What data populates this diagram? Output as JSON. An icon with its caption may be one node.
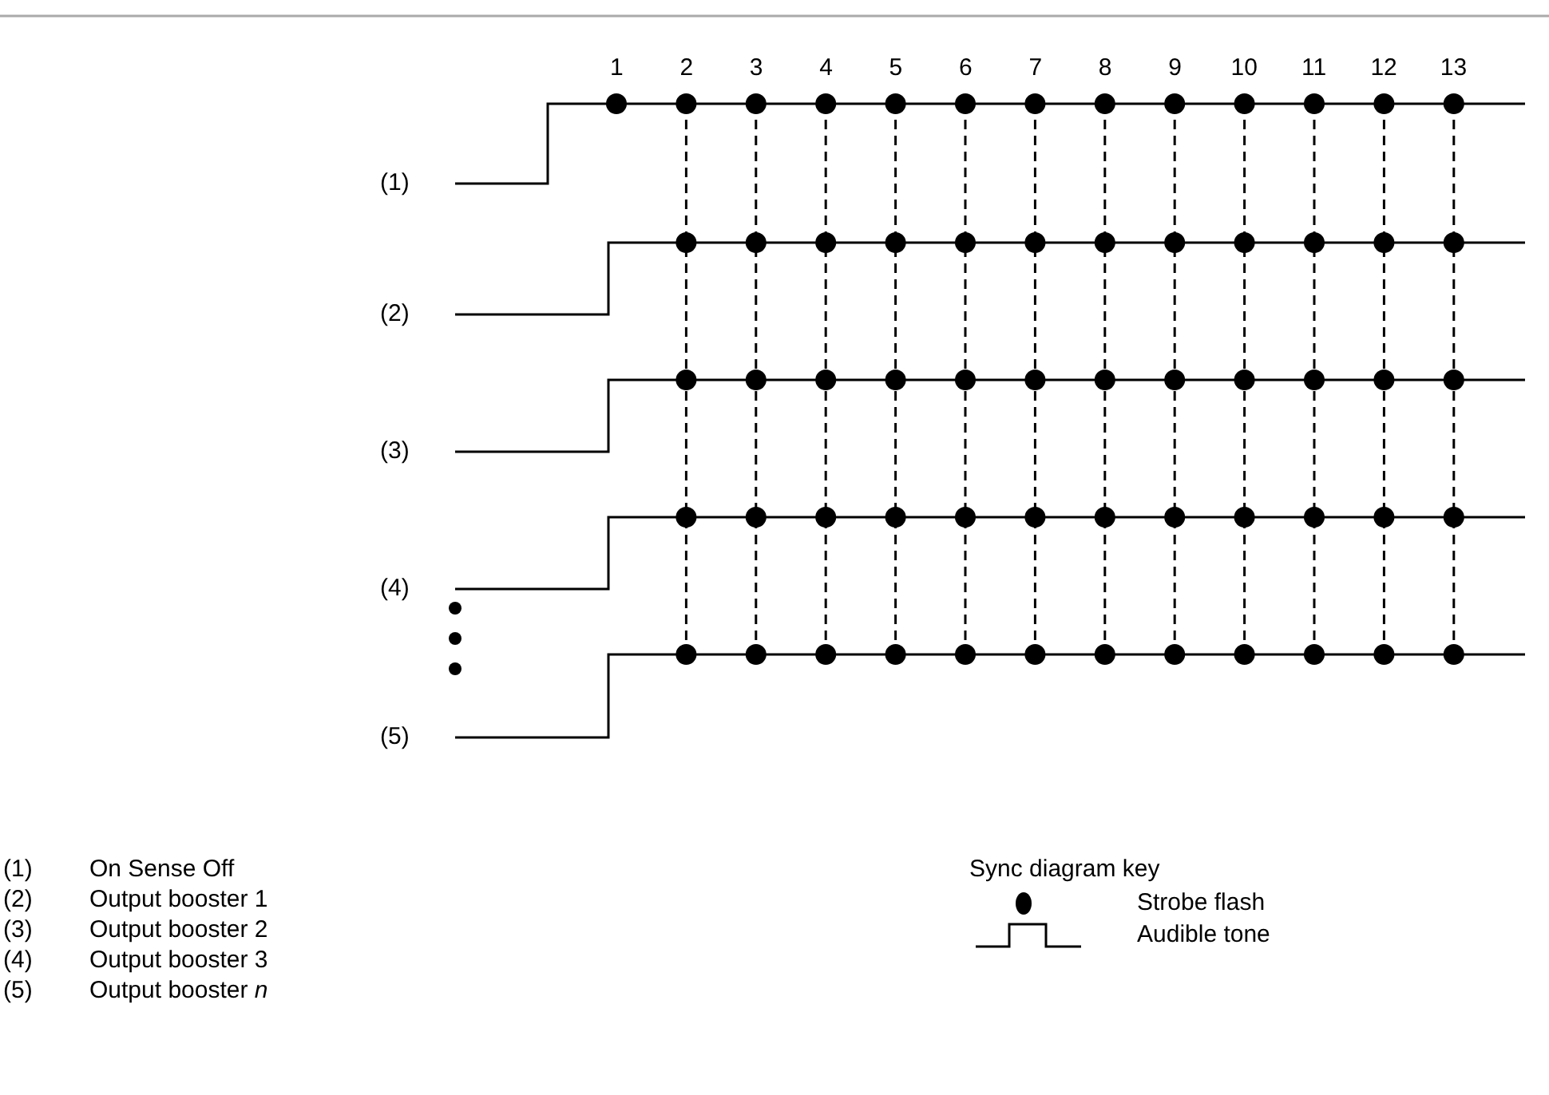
{
  "diagram": {
    "labels": [
      "1",
      "2",
      "3",
      "4",
      "5",
      "6",
      "7",
      "8",
      "9",
      "10",
      "11",
      "12",
      "13",
      "(1)",
      "(2)",
      "(3)",
      "(4)",
      "(5)",
      "(1)",
      "On Sense Off",
      "(2)",
      "Output booster 1",
      "(3)",
      "Output booster 2",
      "(4)",
      "Output booster 3",
      "(5)",
      "Output booster *n*",
      "Sync diagram key"
    ],
    "legend": [
      {
        "text": "Strobe flash"
      },
      {
        "text": "Audible tone"
      }
    ]
  }
}
